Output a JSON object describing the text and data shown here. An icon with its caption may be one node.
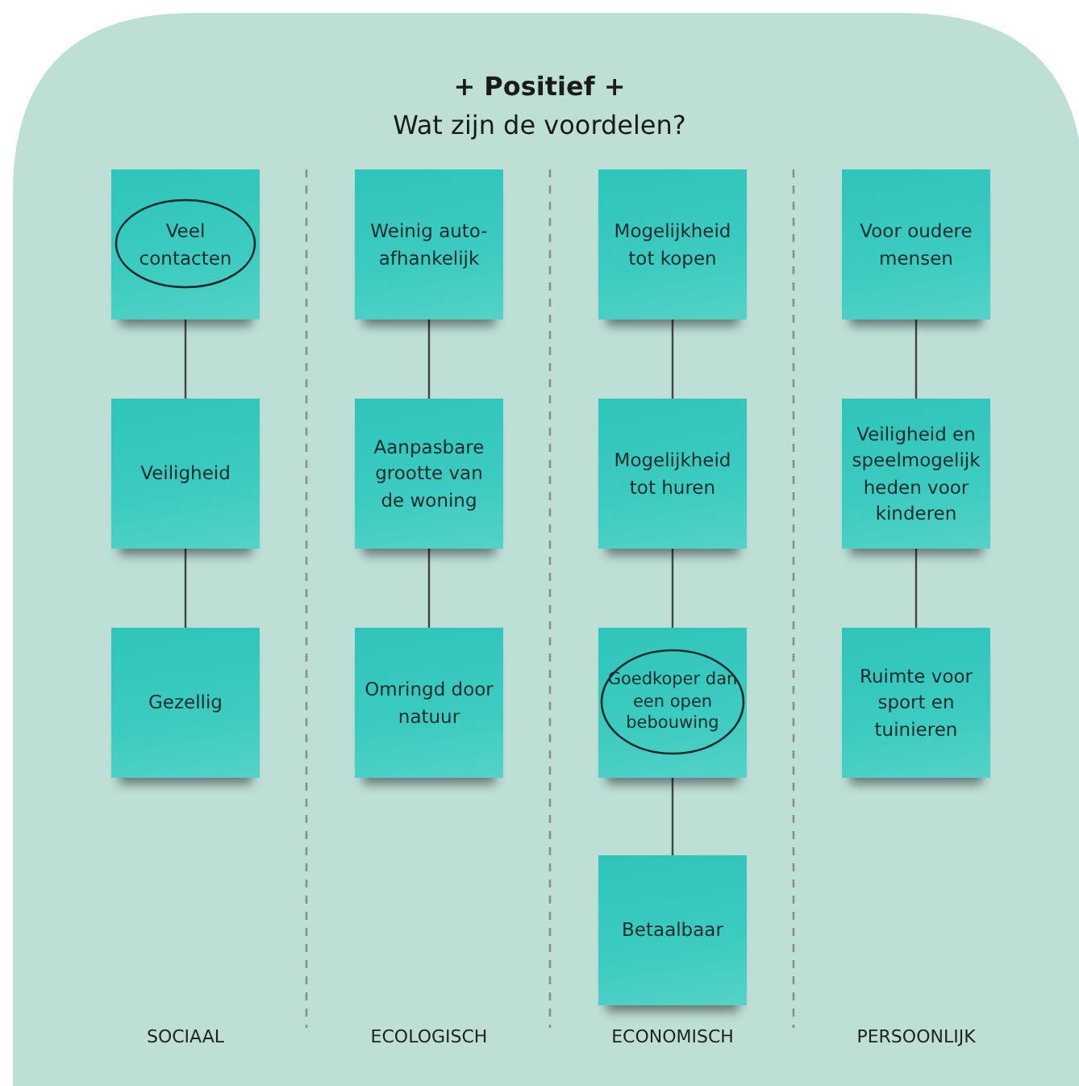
{
  "diagram": {
    "title": "+ Positief +",
    "nodes": [
      {
        "text": [
          "Veel contacten"
        ]
      },
      {
        "text": [
          "Veiligheid"
        ]
      },
      {
        "text": [
          "Gezellig"
        ]
      },
      {
        "text": [
          "Weinig auto-afhankelijk"
        ]
      },
      {
        "text": [
          "Aanpasbare grootte van de woning"
        ]
      },
      {
        "text": [
          "Omringd door natuur"
        ]
      },
      {
        "text": [
          "Mogelijkheid tot kopen"
        ]
      },
      {
        "text": [
          "Mogelijkheid tot huren"
        ]
      },
      {
        "text": [
          "Goedkoper dan een open bebouwing"
        ]
      },
      {
        "text": [
          "Betaalbaar"
        ]
      },
      {
        "text": [
          "Voor oudere mensen"
        ]
      },
      {
        "text": [
          "Veiligheid en speelmogelijk heden voor kinderen"
        ]
      },
      {
        "text": [
          "Ruimte voor sport en tuinieren"
        ]
      }
    ],
    "edges": [
      {
        "from": 0,
        "to": 1,
        "arrow": "none"
      },
      {
        "from": 1,
        "to": 2,
        "arrow": "none"
      },
      {
        "from": 3,
        "to": 4,
        "arrow": "none"
      },
      {
        "from": 4,
        "to": 5,
        "arrow": "none"
      },
      {
        "from": 6,
        "to": 7,
        "arrow": "none"
      },
      {
        "from": 7,
        "to": 8,
        "arrow": "none"
      },
      {
        "from": 8,
        "to": 9,
        "arrow": "none"
      },
      {
        "from": 10,
        "to": 11,
        "arrow": "none"
      },
      {
        "from": 11,
        "to": 12,
        "arrow": "none"
      }
    ],
    "labels": [
      "Wat zijn de voordelen?",
      "SOCIAAL",
      "ECOLOGISCH",
      "ECONOMISCH",
      "PERSOONLIJK"
    ]
  }
}
